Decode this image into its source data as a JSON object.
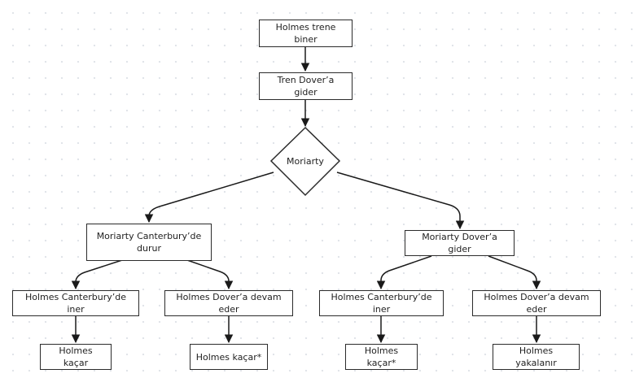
{
  "nodes": {
    "trene_biner": "Holmes trene biner",
    "dover_gider": "Tren Dover’a gider",
    "moriarty": "Moriarty",
    "m_canterbury": "Moriarty Canterbury’de durur",
    "m_dover": "Moriarty Dover’a gider",
    "h_canterbury_1": "Holmes Canterbury’de iner",
    "h_dover_1": "Holmes Dover’a devam eder",
    "h_canterbury_2": "Holmes Canterbury’de iner",
    "h_dover_2": "Holmes Dover’a devam eder",
    "kacar_1": "Holmes kaçar",
    "kacar_2": "Holmes kaçar*",
    "kacar_3": "Holmes kaçar*",
    "yakalanir": "Holmes yakalanır"
  },
  "colors": {
    "stroke": "#2b2b2b",
    "node_fill": "#ffffff",
    "text": "#1f1f1f"
  }
}
